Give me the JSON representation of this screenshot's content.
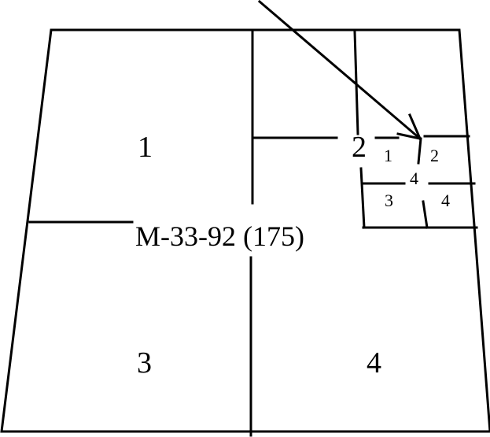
{
  "sheet": {
    "nomenclature": "M-33-92 (175)",
    "quadrants": [
      "1",
      "2",
      "3",
      "4"
    ],
    "sub_quadrants": [
      "1",
      "2",
      "3",
      "4"
    ],
    "sub_sub_label": "4"
  }
}
